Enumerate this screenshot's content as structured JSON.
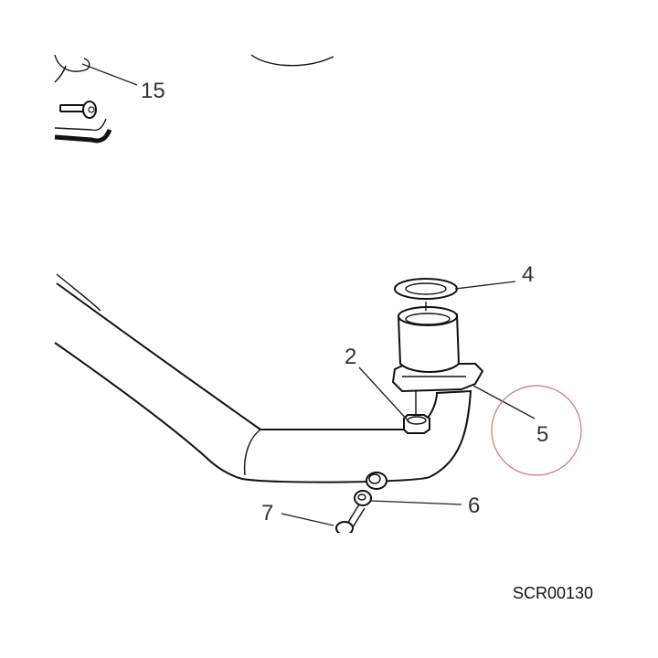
{
  "callouts": {
    "c15": "15",
    "c4": "4",
    "c2": "2",
    "c5": "5",
    "c6": "6",
    "c7": "7"
  },
  "drawing_code": "SCR00130",
  "highlight_color": "#d0707a"
}
